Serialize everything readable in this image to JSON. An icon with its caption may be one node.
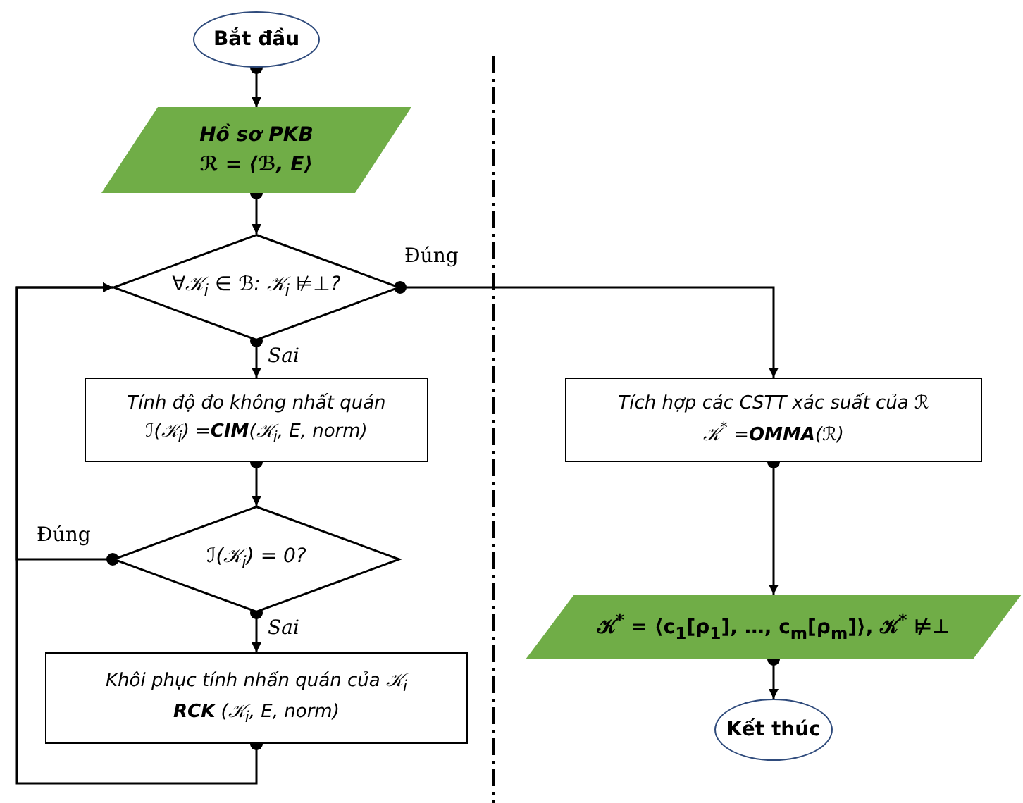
{
  "diagram": {
    "nodes": [
      {
        "text": [
          "Bắt đầu"
        ]
      },
      {
        "text": [
          "Hồ sơ PKB",
          "ℛ = ⟨ℬ, E⟩"
        ]
      },
      {
        "text": [
          "∀𝒦$_{i}$ ∈ ℬ: 𝒦$_{i}$ ⊭⊥?"
        ]
      },
      {
        "text": [
          "Tính độ đo không nhất quán",
          "ℐ(𝒦$_{i}$) =**CIM**(𝒦$_{i}$, E, norm)"
        ]
      },
      {
        "text": [
          "ℐ(𝒦$_{i}$) = 0?"
        ]
      },
      {
        "text": [
          "Khôi phục tính nhấn quán của 𝒦$_{i}$",
          "**RCK** (𝒦$_{i}$, E, norm)"
        ]
      },
      {
        "text": [
          "Tích hợp các CSTT xác suất của ℛ",
          "𝒦$^{*}$ =**OMMA**(ℛ)"
        ]
      },
      {
        "text": [
          "𝒦$^{*}$ = ⟨c$_{1}$[ρ$_{1}$], …, c$_{m}$[ρ$_{m}$]⟩, 𝒦$^{*}$ ⊭⊥"
        ]
      },
      {
        "text": [
          "Kết thúc"
        ]
      }
    ],
    "edges": [
      {
        "from": 0,
        "to": 1,
        "arrow": "to"
      },
      {
        "from": 1,
        "to": 2,
        "arrow": "to"
      },
      {
        "from": 2,
        "to": 6,
        "arrow": "to",
        "label": "Đúng"
      },
      {
        "from": 2,
        "to": 3,
        "arrow": "to",
        "label": "Sai"
      },
      {
        "from": 3,
        "to": 4,
        "arrow": "to"
      },
      {
        "from": 4,
        "to": 2,
        "arrow": "to",
        "label": "Đúng"
      },
      {
        "from": 4,
        "to": 5,
        "arrow": "to",
        "label": "Sai"
      },
      {
        "from": 5,
        "to": 2,
        "arrow": "to"
      },
      {
        "from": 6,
        "to": 7,
        "arrow": "to"
      },
      {
        "from": 7,
        "to": 8,
        "arrow": "to"
      }
    ]
  }
}
